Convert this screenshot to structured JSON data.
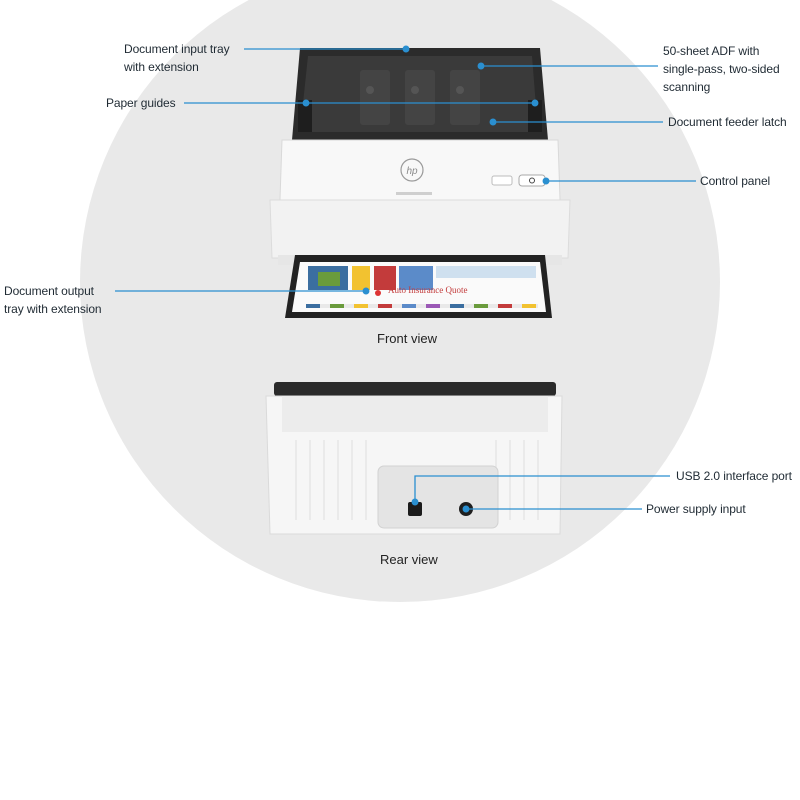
{
  "callouts": {
    "input_tray": [
      "Document input tray",
      "with extension"
    ],
    "paper_guides": "Paper guides",
    "adf": [
      "50-sheet ADF with",
      "single-pass, two-sided",
      "scanning"
    ],
    "feeder_latch": "Document feeder latch",
    "control_panel": "Control panel",
    "output_tray": [
      "Document output",
      "tray with extension"
    ],
    "usb_port": "USB 2.0 interface port",
    "power_input": "Power supply input"
  },
  "captions": {
    "front": "Front view",
    "rear": "Rear view"
  },
  "printed_document": {
    "title": "Auto Insurance Quote"
  },
  "colors": {
    "callout_line": "#2a8fd0",
    "background_circle": "#e9e9e9",
    "scanner_body": "#f7f7f7",
    "tray_dark": "#2b2b2b"
  },
  "icons": [
    "hp-logo-icon",
    "power-button-icon"
  ]
}
